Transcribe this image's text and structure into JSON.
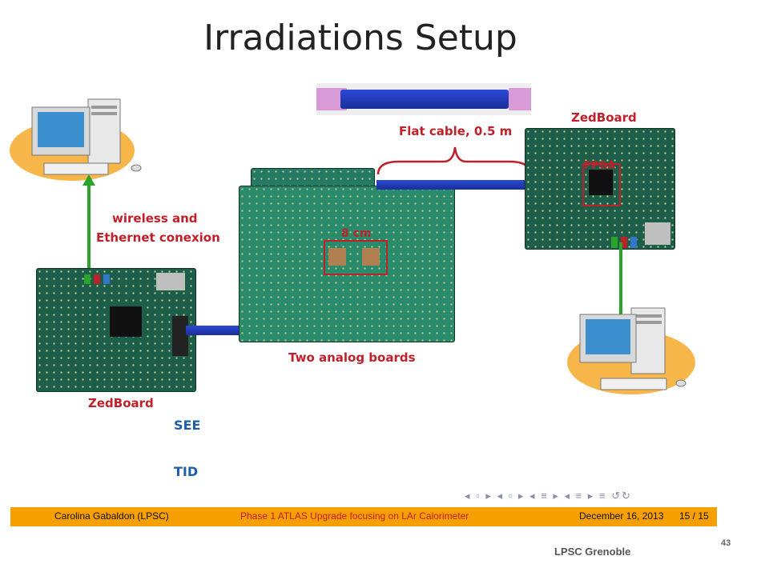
{
  "slide": {
    "title": "Irradiations Setup",
    "labels": {
      "flat_cable": "Flat cable, 0.5 m",
      "zedboard_right": "ZedBoard",
      "fpga": "FPGA",
      "wireless": "wireless and",
      "ethernet": "Ethernet conexion",
      "eight_cm": "8 cm",
      "two_analog": "Two analog boards",
      "zedboard_left": "ZedBoard",
      "see": "SEE",
      "tid": "TID"
    },
    "beamer_footer": {
      "author": "Carolina Gabaldon (LPSC)",
      "talk_title": "Phase 1 ATLAS Upgrade focusing on LAr Calorimeter",
      "date": "December 16, 2013",
      "pages": "15 / 15"
    },
    "nav_symbols": "◂ ▫ ▸ ◂ ▫ ▸ ◂ ≡ ▸ ◂ ≡ ▸  ≡  ↺↻",
    "page_number": "43",
    "institution": "LPSC Grenoble"
  },
  "colors": {
    "red_annotation": "#c0202a",
    "blue_annotation": "#1f5fa8",
    "green_arrow": "#2aa52a",
    "footer_orange": "#f5a000"
  }
}
